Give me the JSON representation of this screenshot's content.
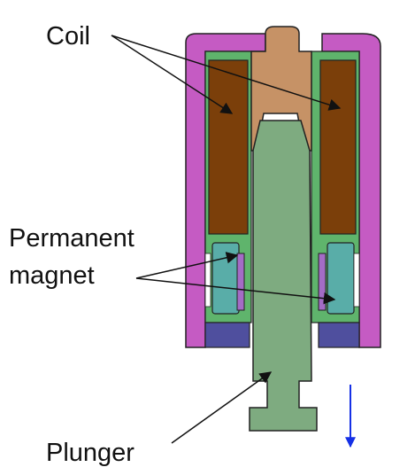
{
  "labels": {
    "coil": "Coil",
    "permanent_line1": "Permanent",
    "permanent_line2": "magnet",
    "plunger": "Plunger"
  },
  "colors": {
    "housing": "#c55bc3",
    "coil": "#7b3f0a",
    "frame": "#5fb46c",
    "plunger": "#7eab80",
    "pole_piece": "#c69266",
    "magnet_teal": "#59ada8",
    "magnet_violet": "#a46cc6",
    "base_ring": "#4f4f9e",
    "direction_arrow": "#1530e6",
    "outline": "#222222"
  },
  "direction_arrow": "down-arrow"
}
